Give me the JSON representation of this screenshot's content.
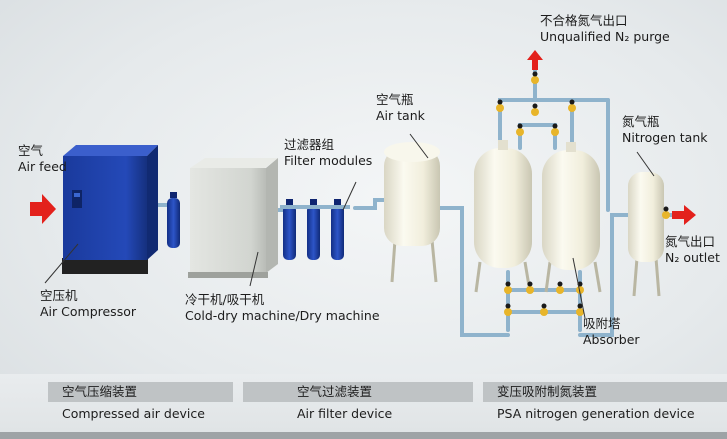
{
  "labels": {
    "air_feed": {
      "cn": "空气",
      "en": "Air feed"
    },
    "air_compressor": {
      "cn": "空压机",
      "en": "Air Compressor"
    },
    "dryer": {
      "cn": "冷干机/吸干机",
      "en": "Cold-dry machine/Dry machine"
    },
    "filter": {
      "cn": "过滤器组",
      "en": "Filter modules"
    },
    "air_tank": {
      "cn": "空气瓶",
      "en": "Air tank"
    },
    "purge": {
      "cn": "不合格氮气出口",
      "en": "Unqualified N₂ purge"
    },
    "nitrogen_tank": {
      "cn": "氮气瓶",
      "en": "Nitrogen tank"
    },
    "n2_outlet": {
      "cn": "氮气出口",
      "en": "N₂ outlet"
    },
    "absorber": {
      "cn": "吸附塔",
      "en": "Absorber"
    }
  },
  "footer": [
    {
      "cn": "空气压缩装置",
      "en": "Compressed air device"
    },
    {
      "cn": "空气过滤装置",
      "en": "Air filter device"
    },
    {
      "cn": "变压吸附制氮装置",
      "en": "PSA nitrogen generation device"
    }
  ],
  "colors": {
    "arrow_red": "#e3211c",
    "compressor_blue": "#1d3fa8",
    "filter_blue": "#1b3d9e",
    "pipe": "#8fb3cc",
    "valve_yellow": "#e8b52a",
    "tank_white": "#f6f4e6",
    "dryer_grey": "#d3d6d2"
  }
}
